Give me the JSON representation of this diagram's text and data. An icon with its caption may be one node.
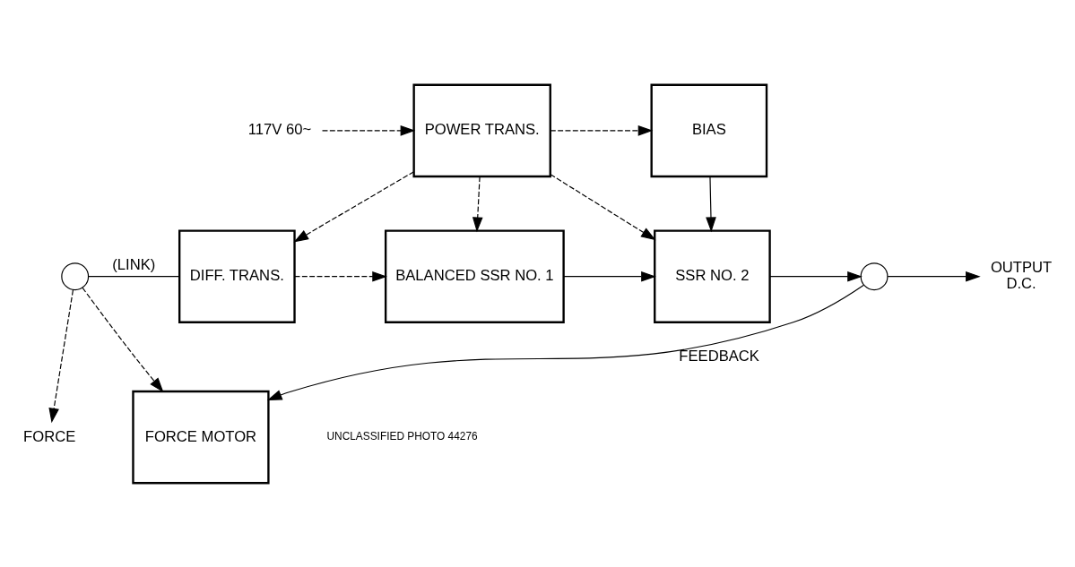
{
  "diagram": {
    "nodes": [
      {
        "text": [
          "FORCE"
        ]
      },
      {
        "text": [],
        "shape": "circle"
      },
      {
        "text": [
          "DIFF. TRANS."
        ]
      },
      {
        "text": [
          "BALANCED SSR NO. 1"
        ]
      },
      {
        "text": [
          "SSR NO. 2"
        ]
      },
      {
        "text": [],
        "shape": "circle"
      },
      {
        "text": [
          "OUTPUT",
          "D.C."
        ]
      },
      {
        "text": [
          "FORCE MOTOR"
        ]
      },
      {
        "text": [
          "117V 60~"
        ]
      },
      {
        "text": [
          "POWER TRANS."
        ]
      },
      {
        "text": [
          "BIAS"
        ]
      }
    ],
    "edges": [
      {
        "from": 1,
        "to": 0,
        "arrow": "to",
        "style": "dashed"
      },
      {
        "from": 1,
        "to": 7,
        "arrow": "to",
        "style": "dashed"
      },
      {
        "from": 1,
        "to": 2,
        "arrow": "none",
        "label": "(LINK)"
      },
      {
        "from": 2,
        "to": 3,
        "arrow": "to",
        "style": "dashed"
      },
      {
        "from": 3,
        "to": 4,
        "arrow": "to"
      },
      {
        "from": 4,
        "to": 5,
        "arrow": "to"
      },
      {
        "from": 5,
        "to": 6,
        "arrow": "to"
      },
      {
        "from": 5,
        "to": 7,
        "arrow": "to",
        "label": "FEEDBACK"
      },
      {
        "from": 8,
        "to": 9,
        "arrow": "to",
        "style": "dashed"
      },
      {
        "from": 9,
        "to": 10,
        "arrow": "to",
        "style": "dashed"
      },
      {
        "from": 9,
        "to": 2,
        "arrow": "to",
        "style": "dashed"
      },
      {
        "from": 9,
        "to": 3,
        "arrow": "to",
        "style": "dashed"
      },
      {
        "from": 9,
        "to": 4,
        "arrow": "to",
        "style": "dashed"
      },
      {
        "from": 10,
        "to": 4,
        "arrow": "to"
      }
    ],
    "labels": [
      "UNCLASSIFIED PHOTO 44276"
    ]
  }
}
